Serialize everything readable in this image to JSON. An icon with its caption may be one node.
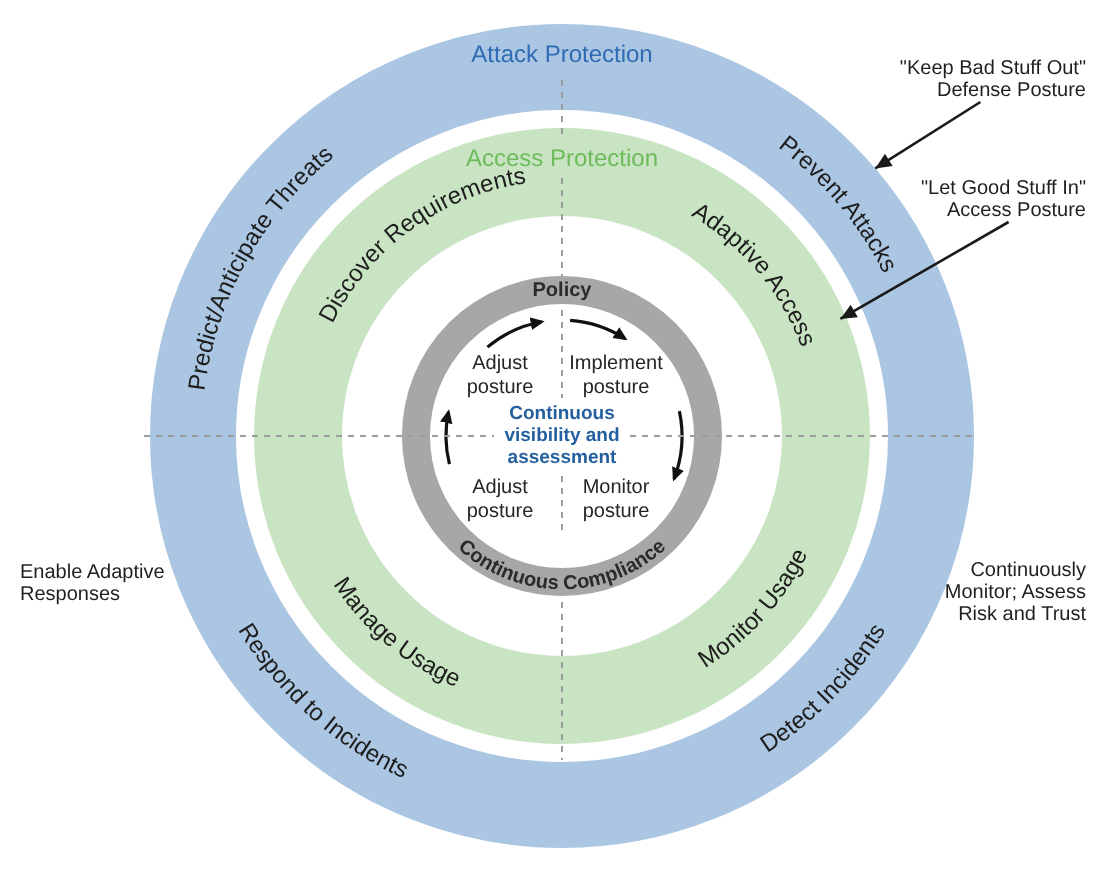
{
  "diagram": {
    "nodes": [
      {
        "text": [
          "Attack Protection",
          "Predict/Anticipate Threats",
          "Prevent Attacks",
          "Respond to Incidents",
          "Detect Incidents"
        ]
      },
      {
        "text": [
          "Access Protection",
          "Discover Requirements",
          "Adaptive Access",
          "Manage Usage",
          "Monitor Usage"
        ],
        "in": 0
      },
      {
        "text": [
          "Policy",
          "Adjust posture",
          "Implement posture",
          "Continuous visibility and assessment",
          "Adjust posture",
          "Monitor posture",
          "Continuous Compliance"
        ],
        "in": 1
      },
      {
        "text": [
          "\"Keep Bad Stuff Out\" Defense Posture"
        ]
      },
      {
        "text": [
          "\"Let Good Stuff In\" Access Posture"
        ]
      }
    ],
    "edges": [
      {
        "from": 3,
        "to": 0,
        "arrow": "to"
      },
      {
        "from": 4,
        "to": 1,
        "arrow": "to"
      }
    ],
    "labels": [
      "Enable Adaptive Responses",
      "Continuously Monitor; Assess Risk and Trust"
    ]
  }
}
